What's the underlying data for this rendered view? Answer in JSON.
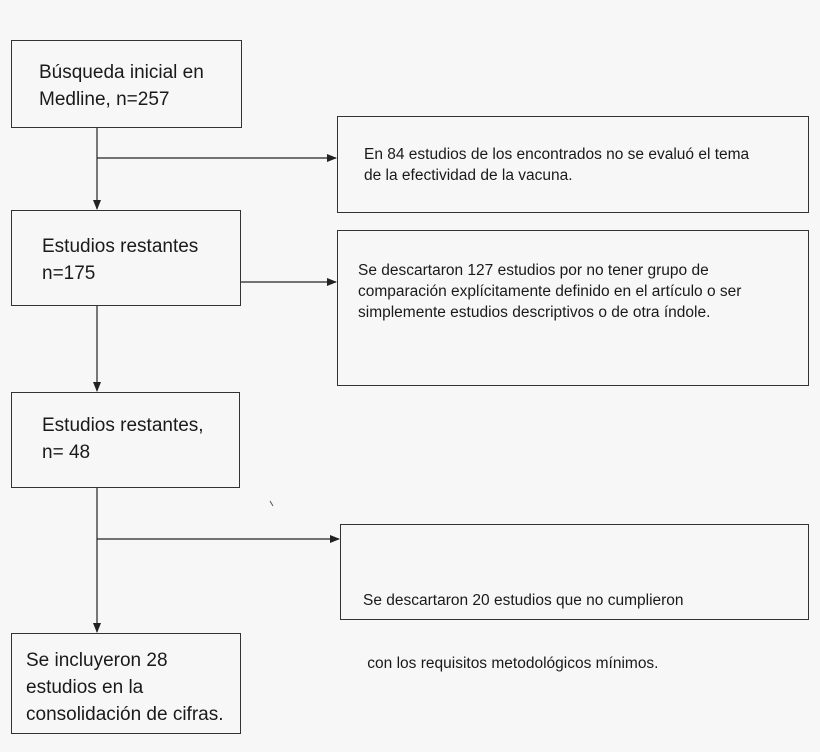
{
  "flowchart": {
    "main_steps": [
      {
        "lines": [
          "Búsqueda inicial en",
          "Medline, n=257"
        ]
      },
      {
        "lines": [
          "Estudios restantes",
          "n=175"
        ]
      },
      {
        "lines": [
          "Estudios restantes,",
          "n= 48"
        ]
      },
      {
        "lines": [
          "Se incluyeron 28",
          "estudios en la",
          "consolidación de cifras."
        ]
      }
    ],
    "exclusions": [
      {
        "lines": [
          "En 84 estudios de los encontrados no se evaluó el tema",
          "de la efectividad de la vacuna."
        ]
      },
      {
        "lines": [
          "Se descartaron 127 estudios por no tener grupo de",
          "comparación explícitamente definido en el artículo o ser",
          "simplemente estudios descriptivos o de otra índole."
        ]
      },
      {
        "lines": [
          "Se descartaron 20 estudios que no cumplieron",
          " con los requisitos metodológicos mínimos."
        ]
      }
    ]
  }
}
